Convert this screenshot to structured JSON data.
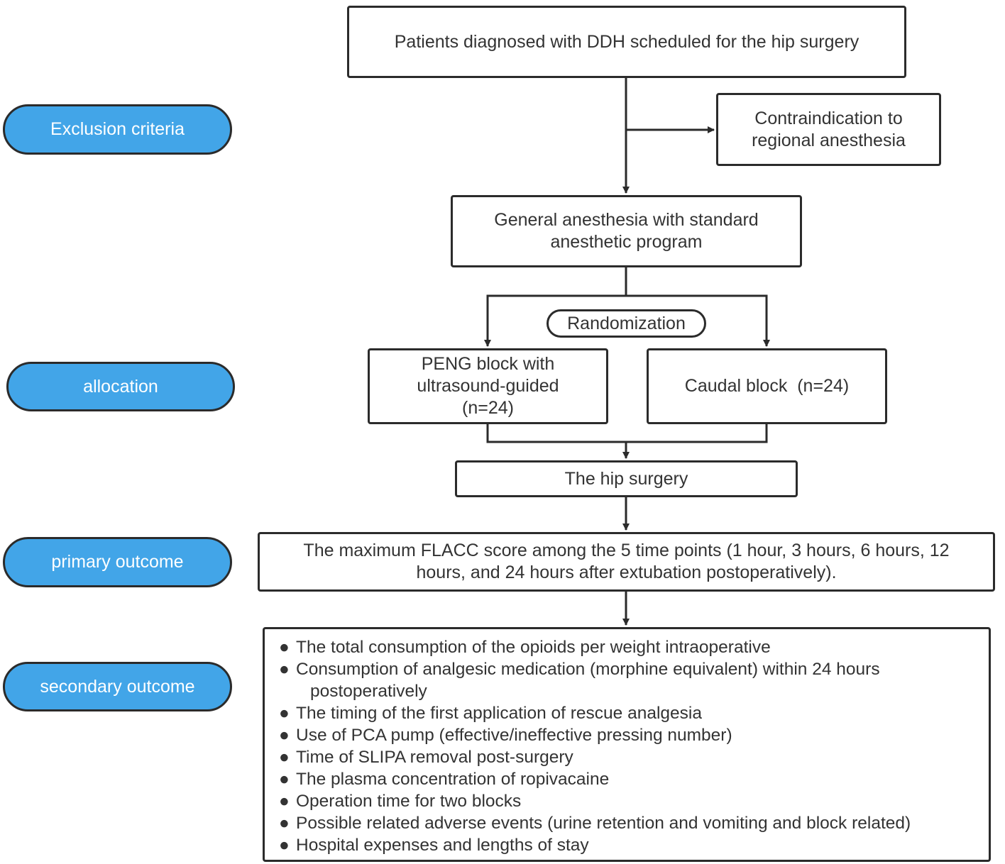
{
  "labels": {
    "exclusion": "Exclusion criteria",
    "allocation": "allocation",
    "primary": "primary outcome",
    "secondary": "secondary outcome"
  },
  "boxes": {
    "patients": "Patients diagnosed with DDH scheduled for the hip surgery",
    "contraindication": "Contraindication to regional anesthesia",
    "general_anesthesia": "General anesthesia with standard anesthetic program",
    "randomization": "Randomization",
    "peng": "PENG block with ultrasound-guided (n=24)",
    "caudal": "Caudal block  (n=24)",
    "hip_surgery": "The hip surgery",
    "primary_outcome": "The maximum FLACC score among the 5 time points (1 hour, 3 hours, 6 hours, 12 hours, and 24 hours after extubation postoperatively)."
  },
  "secondary_outcomes": [
    {
      "text": "The total consumption of the opioids per weight intraoperative"
    },
    {
      "text": "Consumption of analgesic medication (morphine equivalent) within 24 hours",
      "cont": "postoperatively"
    },
    {
      "text": "The timing of the first application of rescue analgesia"
    },
    {
      "text": "Use of PCA pump (effective/ineffective pressing number)"
    },
    {
      "text": "Time of SLIPA removal post-surgery"
    },
    {
      "text": "The plasma concentration of ropivacaine"
    },
    {
      "text": "Operation time for two blocks"
    },
    {
      "text": "Possible related adverse events (urine retention and vomiting and block related)"
    },
    {
      "text": "Hospital expenses and lengths of stay"
    }
  ],
  "colors": {
    "label_fill": "#42a5e8",
    "stroke": "#2b2b2b"
  }
}
